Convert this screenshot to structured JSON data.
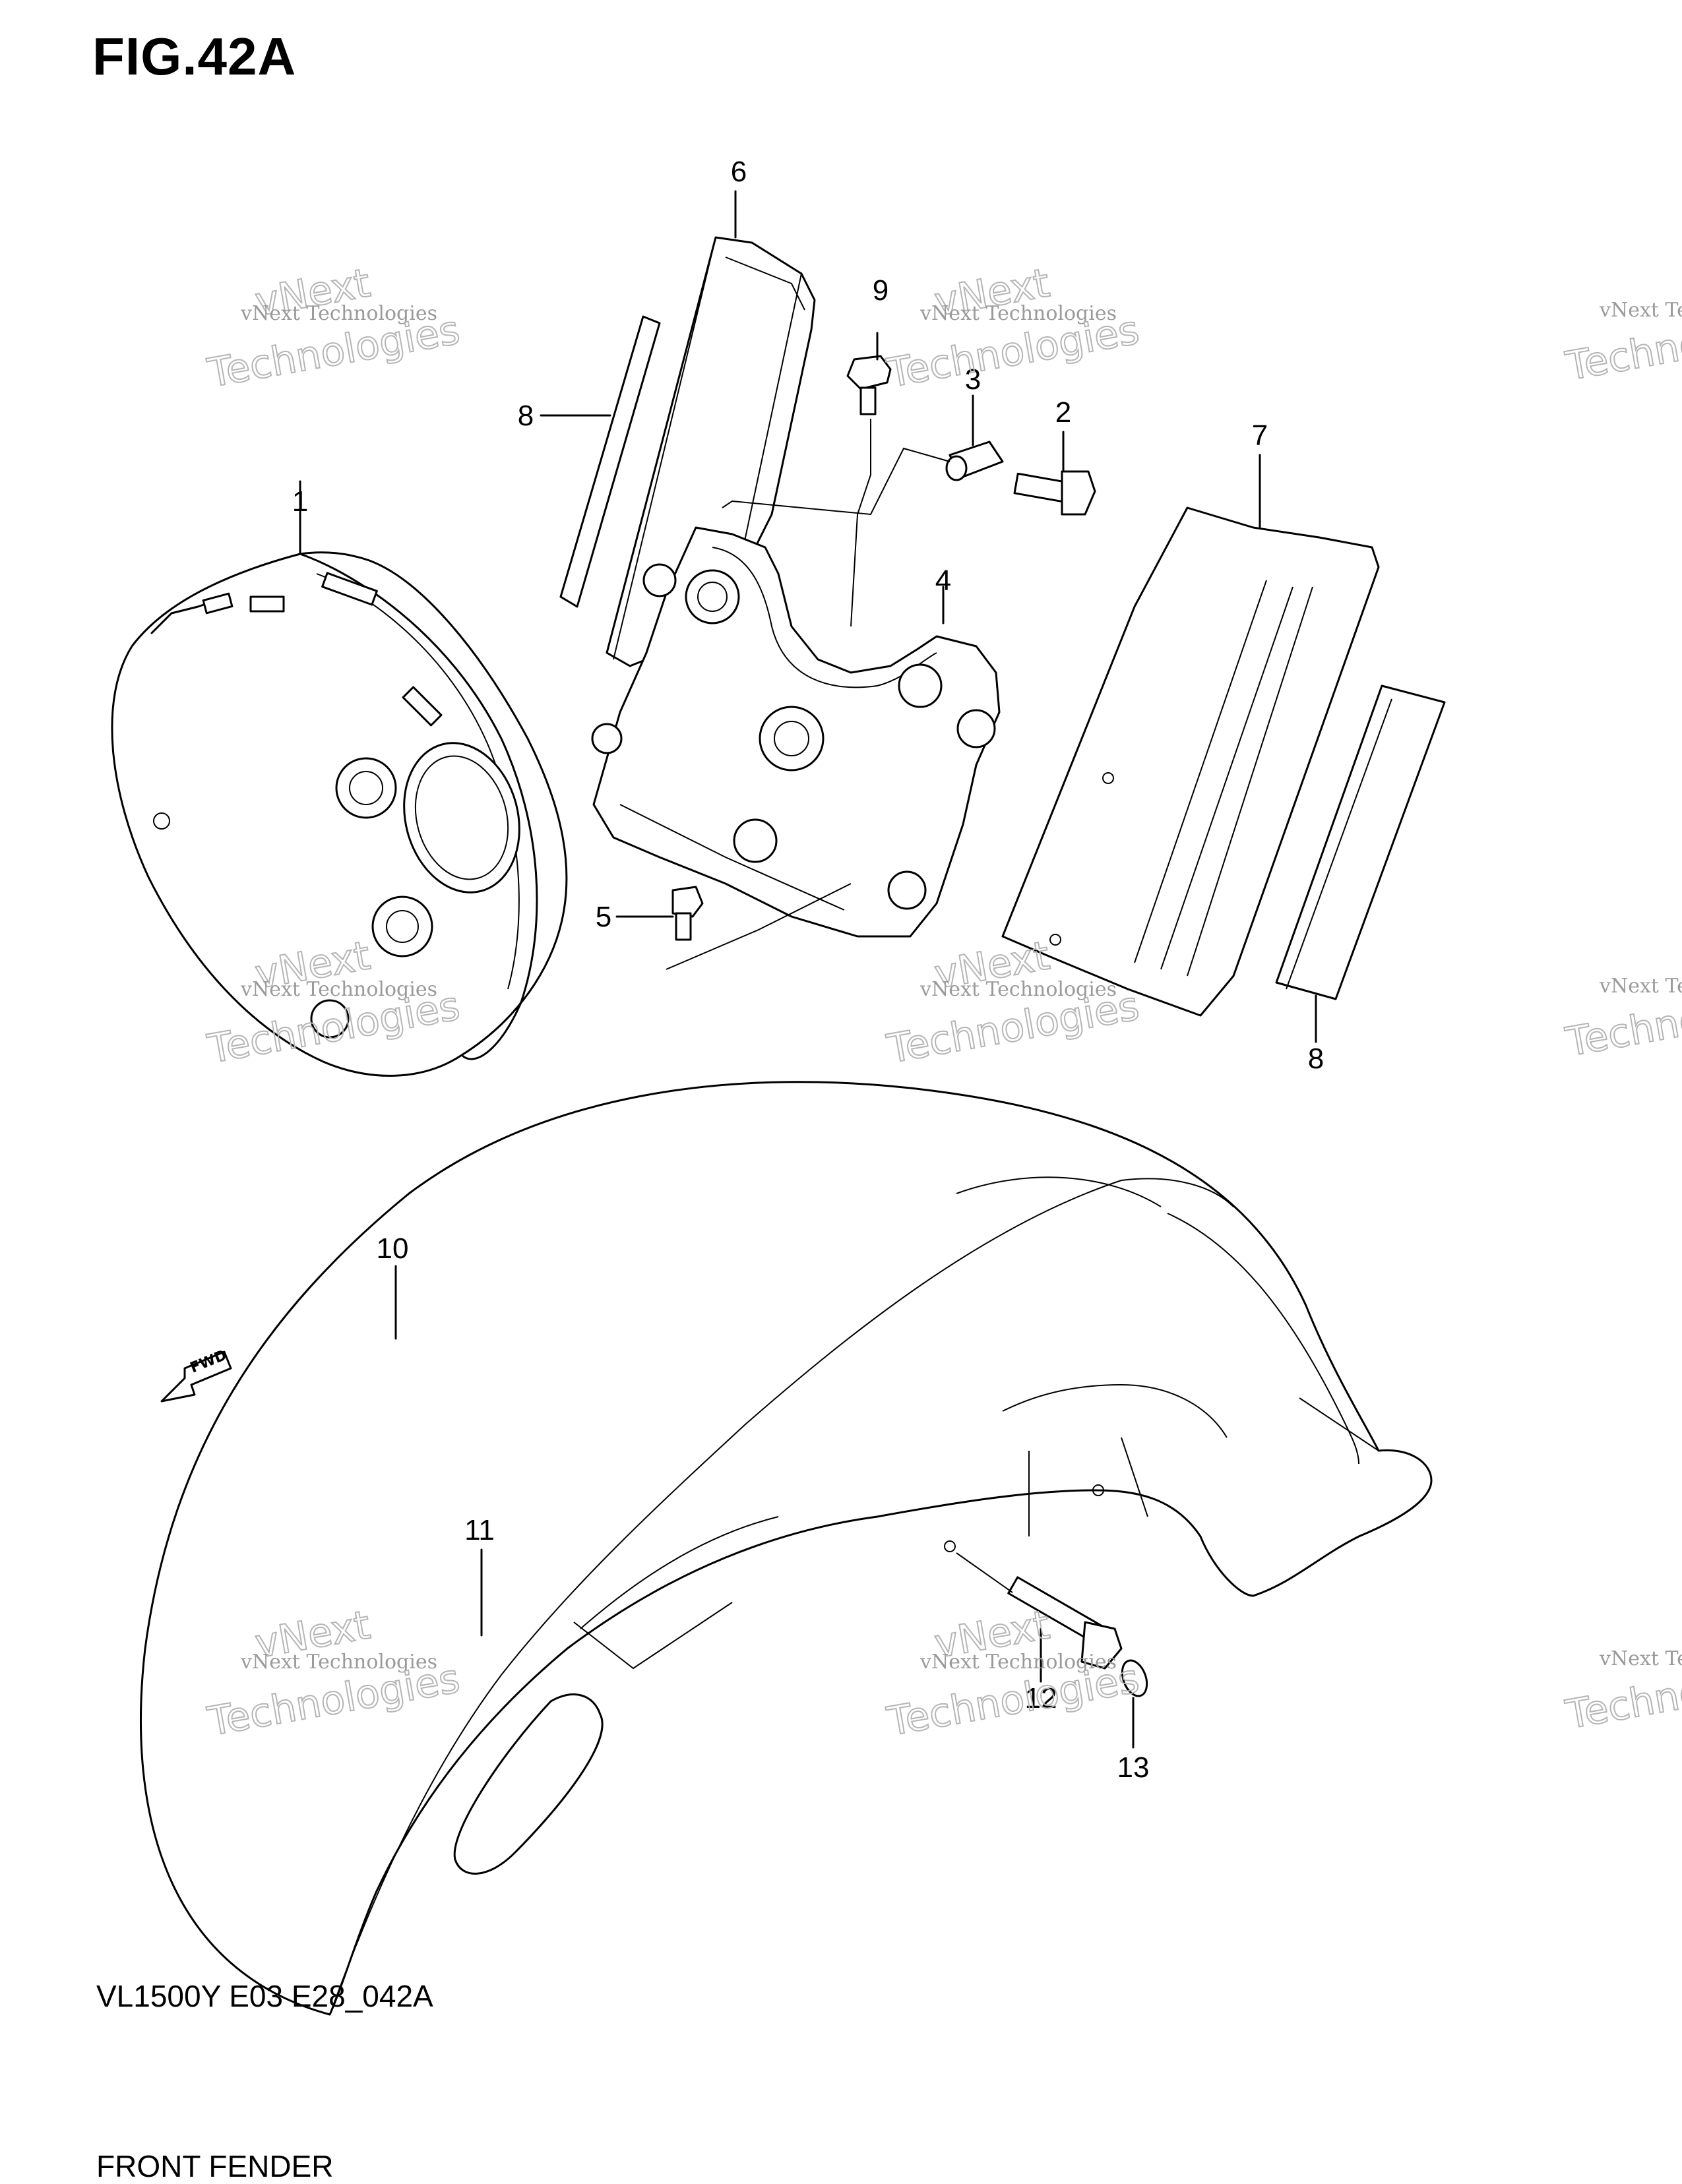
{
  "figure": {
    "title": "FIG.42A",
    "model_code": "VL1500Y E03 E28_042A",
    "part_group": "FRONT FENDER"
  },
  "callouts": [
    "1",
    "2",
    "3",
    "4",
    "5",
    "6",
    "7",
    "8",
    "8",
    "9",
    "10",
    "11",
    "12",
    "13"
  ],
  "fwd_label": "FWD",
  "watermark": {
    "line1": "vNext Technologies",
    "line2": "vNext",
    "line3": "Technologies"
  },
  "colors": {
    "ink": "#000000",
    "watermark": "#b5b5b5",
    "background": "#ffffff"
  }
}
